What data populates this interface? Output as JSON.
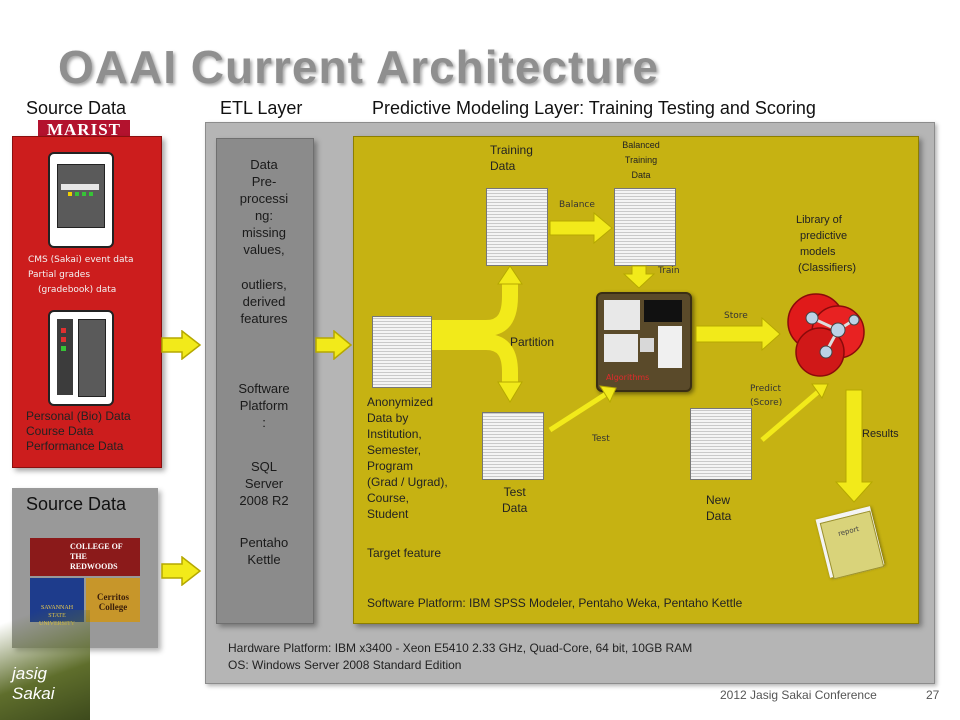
{
  "slide": {
    "title": "OAAI Current Architecture",
    "footer_conference": "2012 Jasig Sakai Conference",
    "page_number": "27",
    "logo_text": "jasig Sakai"
  },
  "headers": {
    "source_data": "Source Data",
    "etl_layer": "ETL Layer",
    "predictive": "Predictive Modeling Layer: Training Testing and Scoring"
  },
  "source_panel": {
    "logo": "MARIST",
    "cms_line1": "CMS (Sakai) event data",
    "cms_line2": "Partial grades",
    "cms_line3": "(gradebook) data",
    "personal": "Personal (Bio) Data",
    "course": "Course Data",
    "performance": "Performance Data"
  },
  "source_panel2": {
    "label": "Source Data",
    "logo1": "COLLEGE OF THE REDWOODS",
    "logo2": "SAVANNAH STATE UNIVERSITY",
    "logo3": "Cerritos College"
  },
  "etl": {
    "line1": "Data",
    "line2": "Pre-",
    "line3": "processi",
    "line4": "ng:",
    "line5": "missing",
    "line6": "values,",
    "line7": "outliers,",
    "line8": "derived",
    "line9": "features",
    "sw1": "Software",
    "sw2": "Platform",
    "sw3": ":",
    "sql1": "SQL",
    "sql2": "Server",
    "sql3": "2008 R2",
    "pk1": "Pentaho",
    "pk2": "Kettle"
  },
  "modeling": {
    "training_data_1": "Training",
    "training_data_2": "Data",
    "balanced_1": "Balanced",
    "balanced_2": "Training",
    "balanced_3": "Data",
    "balance": "Balance",
    "train": "Train",
    "partition": "Partition",
    "algorithms": "Algorithms",
    "store": "Store",
    "library_1": "Library of",
    "library_2": "predictive",
    "library_3": "models",
    "library_4": "(Classifiers)",
    "predict_1": "Predict",
    "predict_2": "(Score)",
    "test": "Test",
    "results": "Results",
    "report": "report",
    "anon_1": "Anonymized",
    "anon_2": "Data by",
    "anon_3": "Institution,",
    "anon_4": "Semester,",
    "anon_5": "Program",
    "anon_6": "(Grad / Ugrad),",
    "anon_7": "Course,",
    "anon_8": "Student",
    "target": "Target feature",
    "test_data_1": "Test",
    "test_data_2": "Data",
    "new_data_1": "New",
    "new_data_2": "Data",
    "software": "Software Platform:  IBM SPSS Modeler,  Pentaho Weka,  Pentaho Kettle"
  },
  "hardware": {
    "line1": "Hardware Platform: IBM x3400 - Xeon E5410 2.33 GHz, Quad-Core, 64 bit,  10GB RAM",
    "line2": "OS: Windows Server 2008 Standard Edition"
  },
  "colors": {
    "source_red": "#cc1d1d",
    "etl_grey": "#8b8b8b",
    "modeling_olive": "#c6b212",
    "arrow_yellow": "#f2ea1a",
    "model_red": "#e01a1a"
  }
}
